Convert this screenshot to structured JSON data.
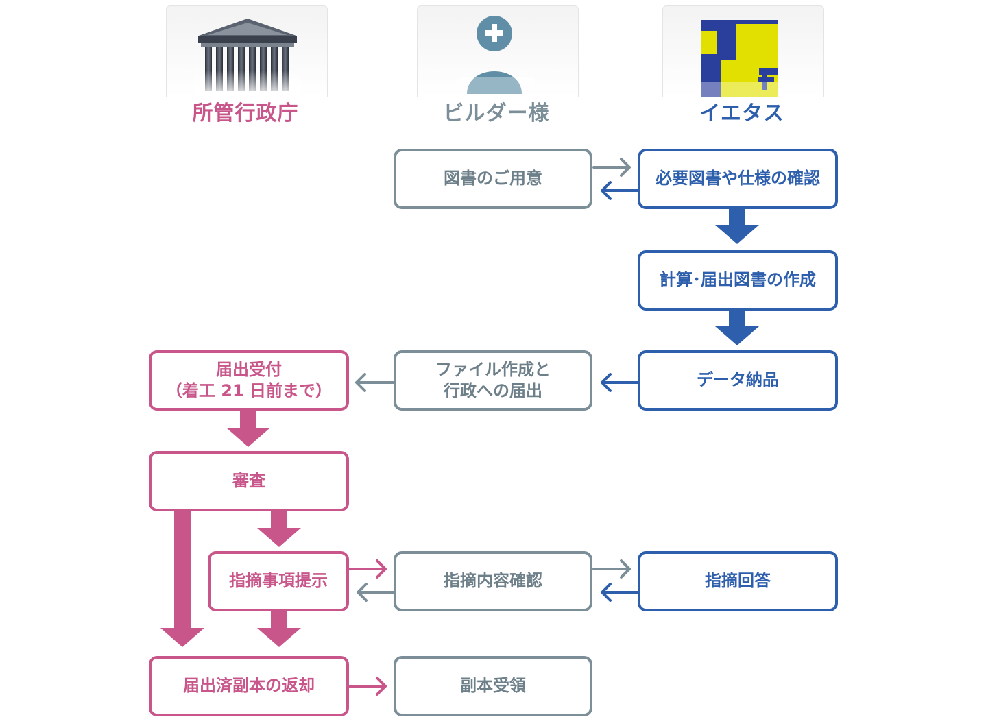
{
  "columns": {
    "government": {
      "title": "所管行政庁",
      "color": "#c8568a",
      "icon": "building-icon"
    },
    "builder": {
      "title": "ビルダー様",
      "color": "#7c8e98",
      "icon": "person-icon"
    },
    "ietasu": {
      "title": "イエタス",
      "color": "#2d5fad",
      "icon": "ietasu-logo"
    }
  },
  "steps": {
    "prepare_documents": "図書のご用意",
    "confirm_specs": "必要図書や仕様の確認",
    "create_calculations": "計算･届出図書の作成",
    "data_delivery": "データ納品",
    "file_creation_line1": "ファイル作成と",
    "file_creation_line2": "行政への届出",
    "notification_receipt_line1": "届出受付",
    "notification_receipt_line2": "（着工 21 日前まで）",
    "review": "審査",
    "indication_items": "指摘事項提示",
    "confirm_indication": "指摘内容確認",
    "indication_answer": "指摘回答",
    "return_copy": "届出済副本の返却",
    "receive_copy": "副本受領"
  },
  "colors": {
    "gray": "#7c8e98",
    "blue": "#2d5fad",
    "pink": "#c8568a",
    "logo_yellow": "#e2e000",
    "logo_blue": "#2a3e9c"
  }
}
